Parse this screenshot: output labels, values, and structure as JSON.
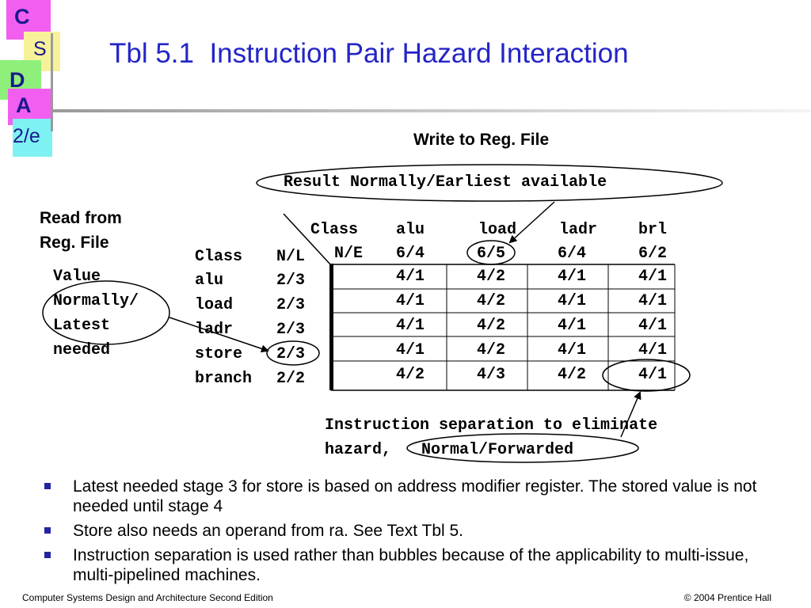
{
  "logo": {
    "letters": [
      "C",
      "S",
      "D",
      "A",
      "2/e"
    ],
    "colors": {
      "pink": "#f25ff0",
      "yellow": "#f7f29a",
      "green": "#8ef07a",
      "cyan": "#7ef2f2"
    }
  },
  "title": {
    "number": "Tbl 5.1",
    "text": "Instruction Pair Hazard Interaction"
  },
  "labels": {
    "write_to_reg": "Write to Reg. File",
    "result_available": "Result Normally/Earliest available",
    "read_from_1": "Read from",
    "read_from_2": "Reg. File",
    "value_lines": [
      "Value",
      "Normally/",
      "Latest",
      "needed"
    ],
    "instr_sep_1": "Instruction separation to eliminate",
    "instr_sep_2a": "hazard,",
    "instr_sep_2b": "Normal/Forwarded"
  },
  "table": {
    "col_header_label": "Class",
    "columns": [
      "alu",
      "load",
      "ladr",
      "brl"
    ],
    "ne_label": "N/E",
    "ne_values": [
      "6/4",
      "6/5",
      "6/4",
      "6/2"
    ],
    "row_header_class": "Class",
    "row_header_nl": "N/L",
    "rows": [
      {
        "class": "alu",
        "nl": "2/3",
        "values": [
          "4/1",
          "4/2",
          "4/1",
          "4/1"
        ]
      },
      {
        "class": "load",
        "nl": "2/3",
        "values": [
          "4/1",
          "4/2",
          "4/1",
          "4/1"
        ]
      },
      {
        "class": "ladr",
        "nl": "2/3",
        "values": [
          "4/1",
          "4/2",
          "4/1",
          "4/1"
        ]
      },
      {
        "class": "store",
        "nl": "2/3",
        "values": [
          "4/1",
          "4/2",
          "4/1",
          "4/1"
        ]
      },
      {
        "class": "branch",
        "nl": "2/2",
        "values": [
          "4/2",
          "4/3",
          "4/2",
          "4/1"
        ]
      }
    ]
  },
  "bullets": [
    "Latest needed stage 3 for store is based on address modifier register. The stored value is not needed until stage 4",
    "Store also needs an operand from ra. See Text Tbl 5.",
    "Instruction separation is used rather than bubbles because of the applicability to multi-issue, multi-pipelined machines."
  ],
  "footer": {
    "left": "Computer Systems Design and Architecture Second Edition",
    "right": "© 2004 Prentice Hall"
  }
}
